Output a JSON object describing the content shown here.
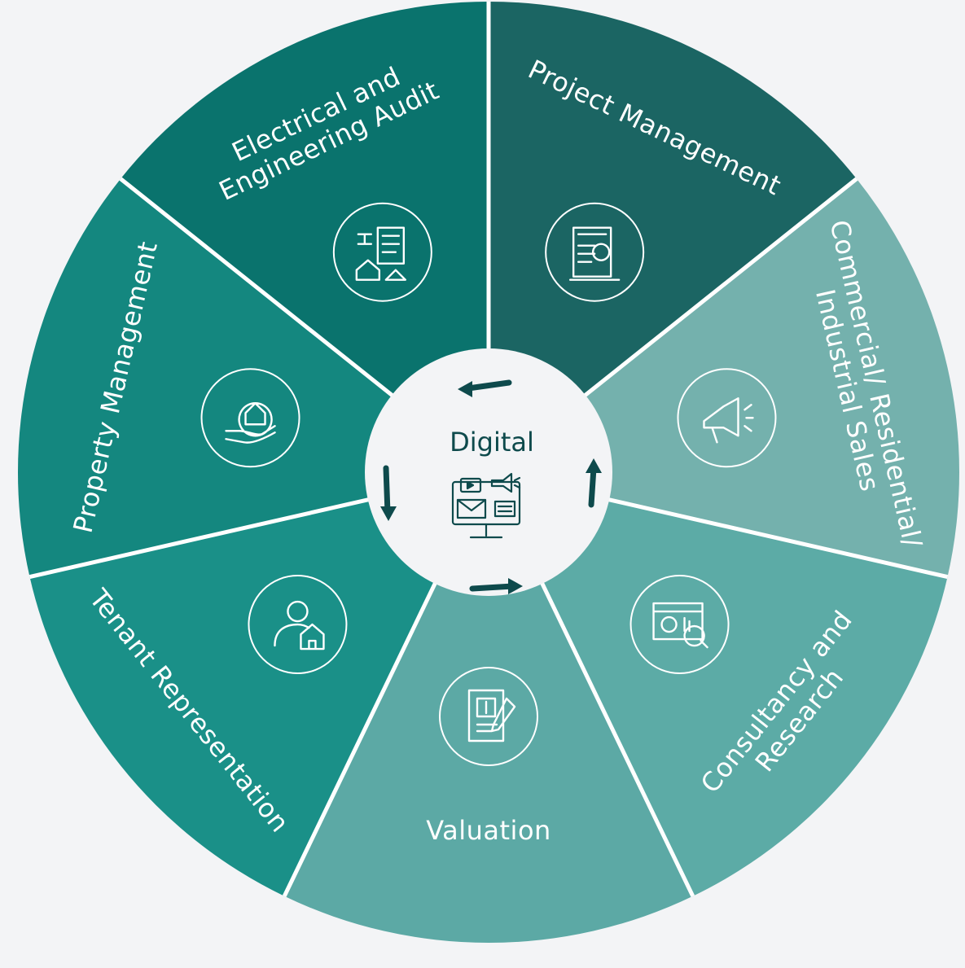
{
  "diagram": {
    "center": {
      "label": "Digital",
      "icon": "digital-marketing-monitor-icon"
    },
    "segments": [
      {
        "id": "project-management",
        "label_lines": [
          "Project Management"
        ],
        "icon": "project-document-icon",
        "color": "#1b6563"
      },
      {
        "id": "sales",
        "label_lines": [
          "Commercial/ Residential/",
          "Industrial Sales"
        ],
        "icon": "megaphone-icon",
        "color": "#74b1ad"
      },
      {
        "id": "consultancy",
        "label_lines": [
          "Consultancy and",
          "Research"
        ],
        "icon": "analytics-magnifier-icon",
        "color": "#5caba6"
      },
      {
        "id": "valuation",
        "label_lines": [
          "Valuation"
        ],
        "icon": "dollar-document-icon",
        "color": "#5ca9a5"
      },
      {
        "id": "tenant-representation",
        "label_lines": [
          "Tenant Representation"
        ],
        "icon": "person-house-icon",
        "color": "#1a9088"
      },
      {
        "id": "property-management",
        "label_lines": [
          "Property Management"
        ],
        "icon": "hand-house-icon",
        "color": "#14877f"
      },
      {
        "id": "audit",
        "label_lines": [
          "Electrical and",
          "Engineering Audit"
        ],
        "icon": "audit-circuit-house-icon",
        "color": "#0a736d"
      }
    ]
  }
}
